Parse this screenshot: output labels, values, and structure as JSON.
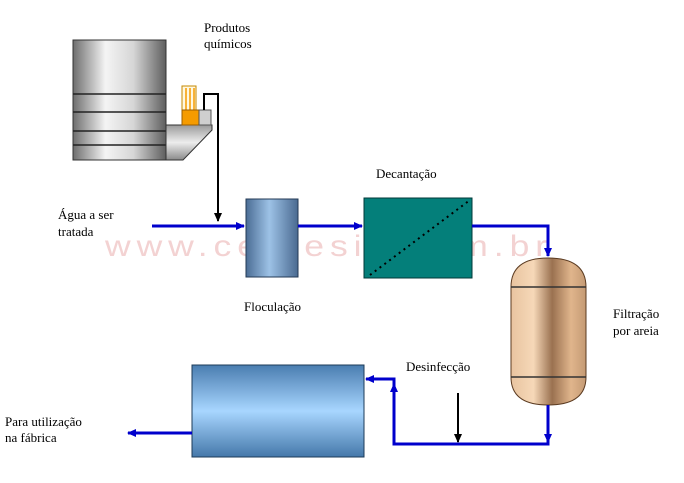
{
  "labels": {
    "chemicals_line1": "Produtos",
    "chemicals_line2": "químicos",
    "water_in_line1": "Água a ser",
    "water_in_line2": "tratada",
    "flocculation": "Floculação",
    "decantation": "Decantação",
    "filtration_line1": "Filtração",
    "filtration_line2": "por areia",
    "disinfection": "Desinfecção",
    "output_line1": "Para utilização",
    "output_line2": "na fábrica"
  },
  "watermark": "www.cervesia.com.br",
  "colors": {
    "water_flow": "#0000cc",
    "chemical_feed": "#000000",
    "floc_tank": "#6a8fb8",
    "decant_tank": "#047f7a",
    "filter_band": "#9c7451",
    "storage_tank": "#78b4e6",
    "valve_accent": "#f59b00",
    "watermark": "#f3d2d2"
  }
}
